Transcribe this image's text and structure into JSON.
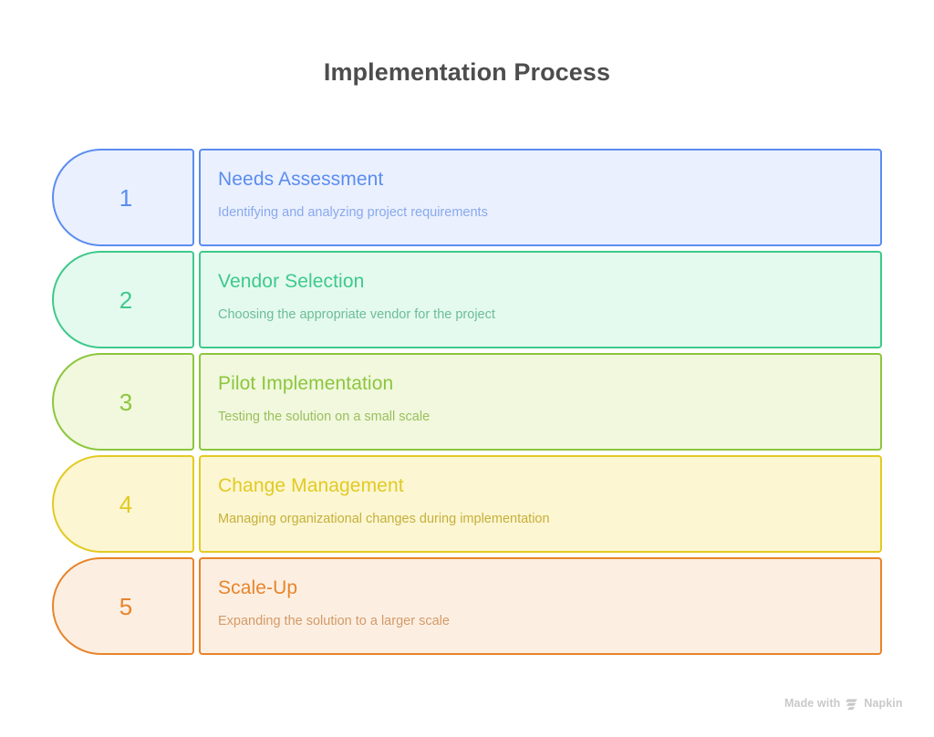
{
  "page": {
    "title": "Implementation Process",
    "background_color": "#ffffff",
    "title_color": "#4d4d4d"
  },
  "steps": [
    {
      "number": "1",
      "heading": "Needs Assessment",
      "description": "Identifying and analyzing project requirements",
      "accent_color": "#5b8def",
      "fill_color": "#eaf0fe",
      "heading_color": "#5b8def",
      "desc_color": "#89a9ee",
      "number_color": "#5b8def"
    },
    {
      "number": "2",
      "heading": "Vendor Selection",
      "description": "Choosing the appropriate vendor for the project",
      "accent_color": "#3ec98a",
      "fill_color": "#e4faef",
      "heading_color": "#3ec98a",
      "desc_color": "#6dbd96",
      "number_color": "#3ec98a"
    },
    {
      "number": "3",
      "heading": "Pilot Implementation",
      "description": "Testing the solution on a small scale",
      "accent_color": "#8cc63e",
      "fill_color": "#f1f8dd",
      "heading_color": "#8cc63e",
      "desc_color": "#9bbf5e",
      "number_color": "#8cc63e"
    },
    {
      "number": "4",
      "heading": "Change Management",
      "description": "Managing organizational changes during implementation",
      "accent_color": "#e2ca22",
      "fill_color": "#fcf6d3",
      "heading_color": "#e2ca22",
      "desc_color": "#c6b03a",
      "number_color": "#e2ca22"
    },
    {
      "number": "5",
      "heading": "Scale-Up",
      "description": "Expanding the solution to a larger scale",
      "accent_color": "#e8842b",
      "fill_color": "#fcefe2",
      "heading_color": "#e8842b",
      "desc_color": "#d39a68",
      "number_color": "#e8842b"
    }
  ],
  "footer": {
    "text": "Made with",
    "brand": "Napkin",
    "logo_icon": "napkin-logo-icon",
    "color": "#c9c9c9"
  }
}
